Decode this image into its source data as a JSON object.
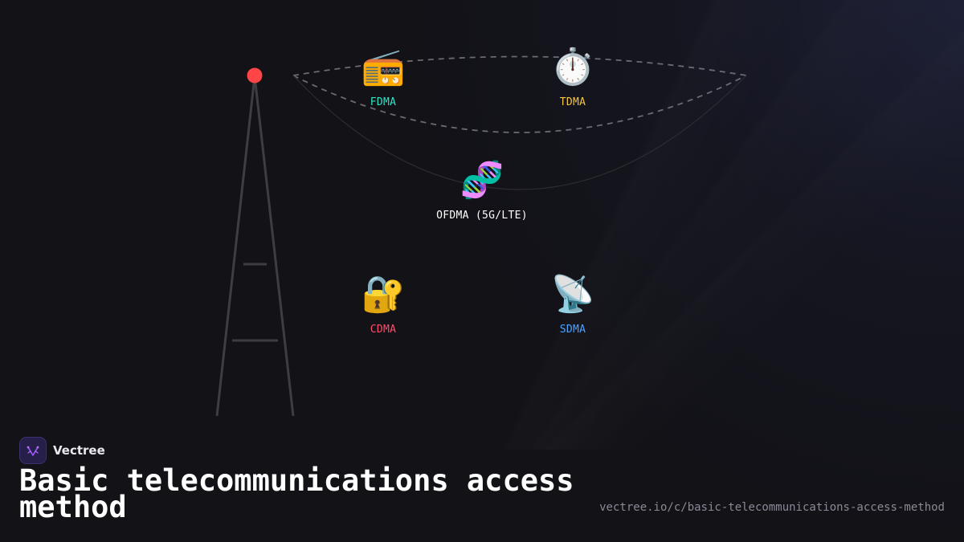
{
  "diagram": {
    "nodes": [
      {
        "id": "fdma",
        "label": "FDMA",
        "icon": "radio-icon",
        "glyph": "📻",
        "color": "#2ee6c5"
      },
      {
        "id": "tdma",
        "label": "TDMA",
        "icon": "stopwatch-icon",
        "glyph": "⏱️",
        "color": "#f4c542"
      },
      {
        "id": "ofdma",
        "label": "OFDMA (5G/LTE)",
        "icon": "dna-icon",
        "glyph": "🧬",
        "color": "#ffffff"
      },
      {
        "id": "cdma",
        "label": "CDMA",
        "icon": "lock-key-icon",
        "glyph": "🔐",
        "color": "#ff4d6d"
      },
      {
        "id": "sdma",
        "label": "SDMA",
        "icon": "satellite-dish-icon",
        "glyph": "📡",
        "color": "#4da3ff"
      }
    ],
    "tower": {
      "icon": "radio-tower-icon",
      "beacon_color": "#ff4545"
    }
  },
  "brand": {
    "name": "Vectree",
    "icon": "vectree-logo-icon",
    "accent": "#9b5cff"
  },
  "title": "Basic telecommunications access method",
  "url": "vectree.io/c/basic-telecommunications-access-method"
}
